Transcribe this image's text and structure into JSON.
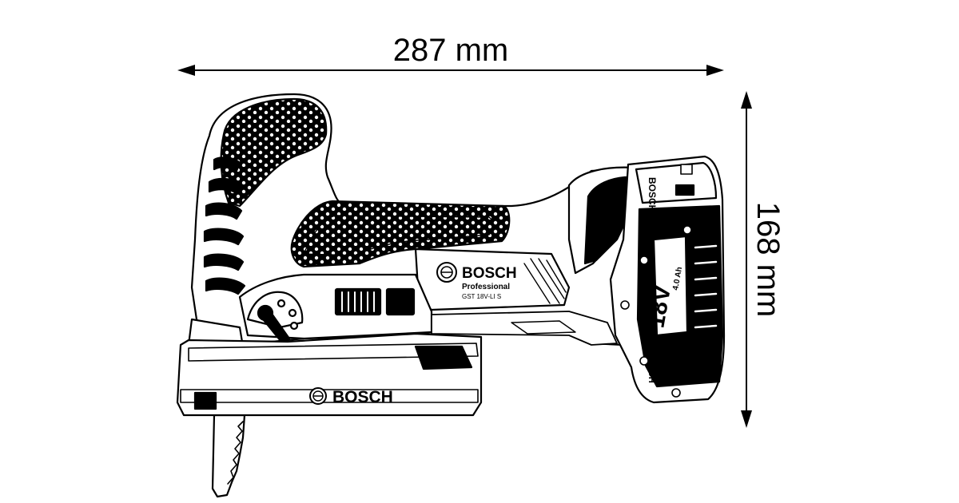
{
  "dimensions": {
    "width_label": "287 mm",
    "height_label": "168 mm"
  },
  "tool": {
    "brand": "BOSCH",
    "line": "Professional",
    "model": "GST 18V-LI S",
    "baseplate_brand": "BOSCH"
  },
  "battery": {
    "voltage": "18V",
    "brand": "BOSCH",
    "capacity": "4.0 Ah"
  },
  "colors": {
    "line": "#000000",
    "background": "#ffffff"
  }
}
